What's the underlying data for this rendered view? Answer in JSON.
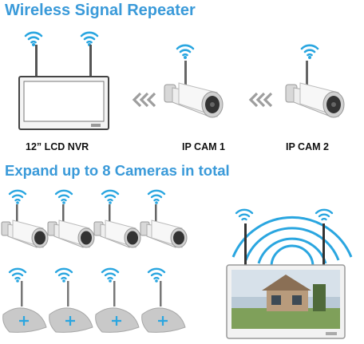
{
  "header": {
    "title": "Wireless Signal Repeater"
  },
  "labels": {
    "nvr": "12” LCD NVR",
    "cam1": "IP CAM 1",
    "cam2": "IP CAM 2"
  },
  "expand": {
    "title": "Expand up to 8 Cameras in total"
  },
  "icons": {
    "wifi": "wifi-signal-icon",
    "arrows": "chevron-double-left-icon",
    "camera": "bullet-camera-icon",
    "nvr": "lcd-nvr-monitor-icon",
    "mount": "camera-mount-base-icon"
  },
  "colors": {
    "accent_blue": "#3a9ad9",
    "wifi_blue": "#2aa6e0",
    "text_dark": "#111111",
    "arrow_gray": "#9e9e9e",
    "mount_gray": "#c9c9c9"
  }
}
